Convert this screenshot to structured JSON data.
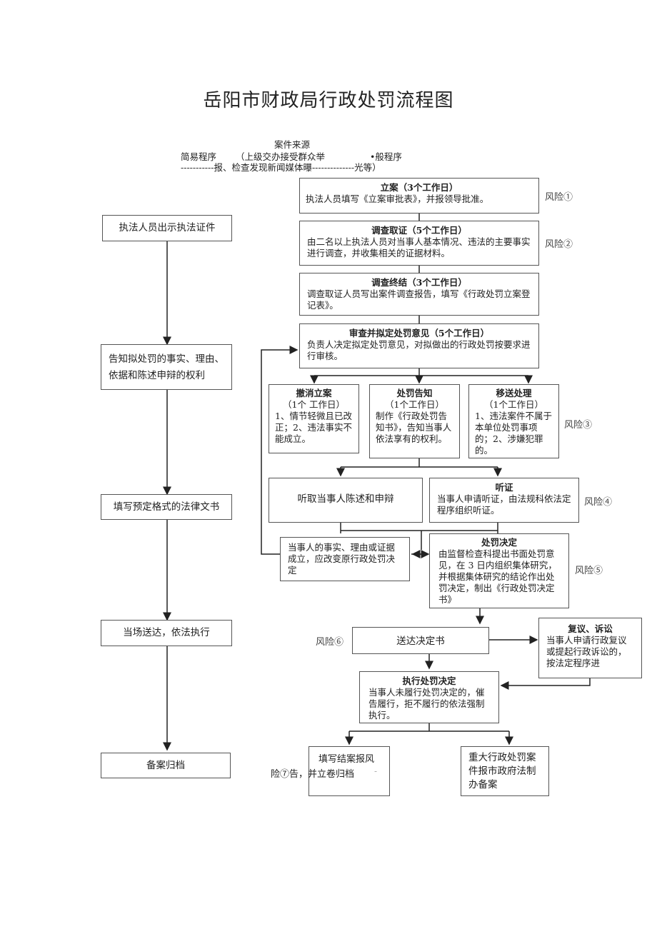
{
  "title": "岳阳市财政局行政处罚流程图",
  "source": {
    "label": "案件来源",
    "line1_left": "简易程序",
    "line1_mid": "（上级交办接受群众举",
    "line1_right": "•般程序",
    "line2": "-----------报、检查发现新闻媒体曝--------------光等）"
  },
  "simple": {
    "step1": "执法人员出示执法证件",
    "step2": "告知拟处罚的事实、理由、依据和陈述申辩的权利",
    "step3": "填写预定格式的法律文书",
    "step4": "当场送达，依法执行",
    "step5": "备案归档"
  },
  "general": {
    "filing": {
      "head": "立案（3个工作日）",
      "body": "执法人员填写《立案审批表》，并报领导批准。"
    },
    "investigate": {
      "head": "调查取证（5个工作日）",
      "body": "由二名以上执法人员对当事人基本情况、违法的主要事实进行调查，并收集相关的证据材料。"
    },
    "conclude": {
      "head": "调查终结（3个工作日）",
      "body": "调查取证人员写出案件调查报告，填写《行政处罚立案登记表》。"
    },
    "review": {
      "head": "审查并拟定处罚意见（5个工作日）",
      "body": "负责人决定拟定处罚意见，对拟做出的行政处罚按要求进行审核。"
    },
    "cancel": {
      "head": "撤消立案",
      "sub": "（1个 工作日）",
      "body": "1、情节轻微且已改正；2、违法事实不能成立。"
    },
    "notice": {
      "head": "处罚告知",
      "sub": "（1个工作日）",
      "body": "制作《行政处罚告知书》，告知当事人依法享有的权利。"
    },
    "transfer": {
      "head": "移送处理",
      "sub": "（1个工作日）",
      "body": "1、违法案件不属于本单位处罚事项的；2、涉嫌犯罪的。"
    },
    "statement": "听取当事人陈述和申辩",
    "hearing": {
      "head": "听证",
      "body": "当事人申请听证，由法规科依法定程序组织听证。"
    },
    "change": "当事人的事实、理由或证据成立，应改变原行政处罚决定",
    "decision": {
      "head": "处罚决定",
      "body": "由监督检查科提出书面处罚意见，在 3 日内组织集体研究，并根据集体研究的结论作出处罚决定，制出《行政处罚决定书》"
    },
    "deliver": "送达决定书",
    "appeal": {
      "head": "复议、诉讼",
      "body": "当事人申请行政复议或提起行政诉讼的，按法定程序进"
    },
    "execute": {
      "head": "执行处罚决定",
      "body": "当事人未履行处罚决定的，催告履行，拒不履行的依法强制执行。"
    },
    "archive_a": "填写结案报风",
    "archive_b": "险⑦告，并立卷归档",
    "archive_dash": "-",
    "report": "重大行政处罚案件报市政府法制办备案"
  },
  "risks": {
    "r1": "风险①",
    "r2": "风险②",
    "r3": "风险③",
    "r4": "风险④",
    "r5": "风险⑤",
    "r6": "风险⑥"
  }
}
